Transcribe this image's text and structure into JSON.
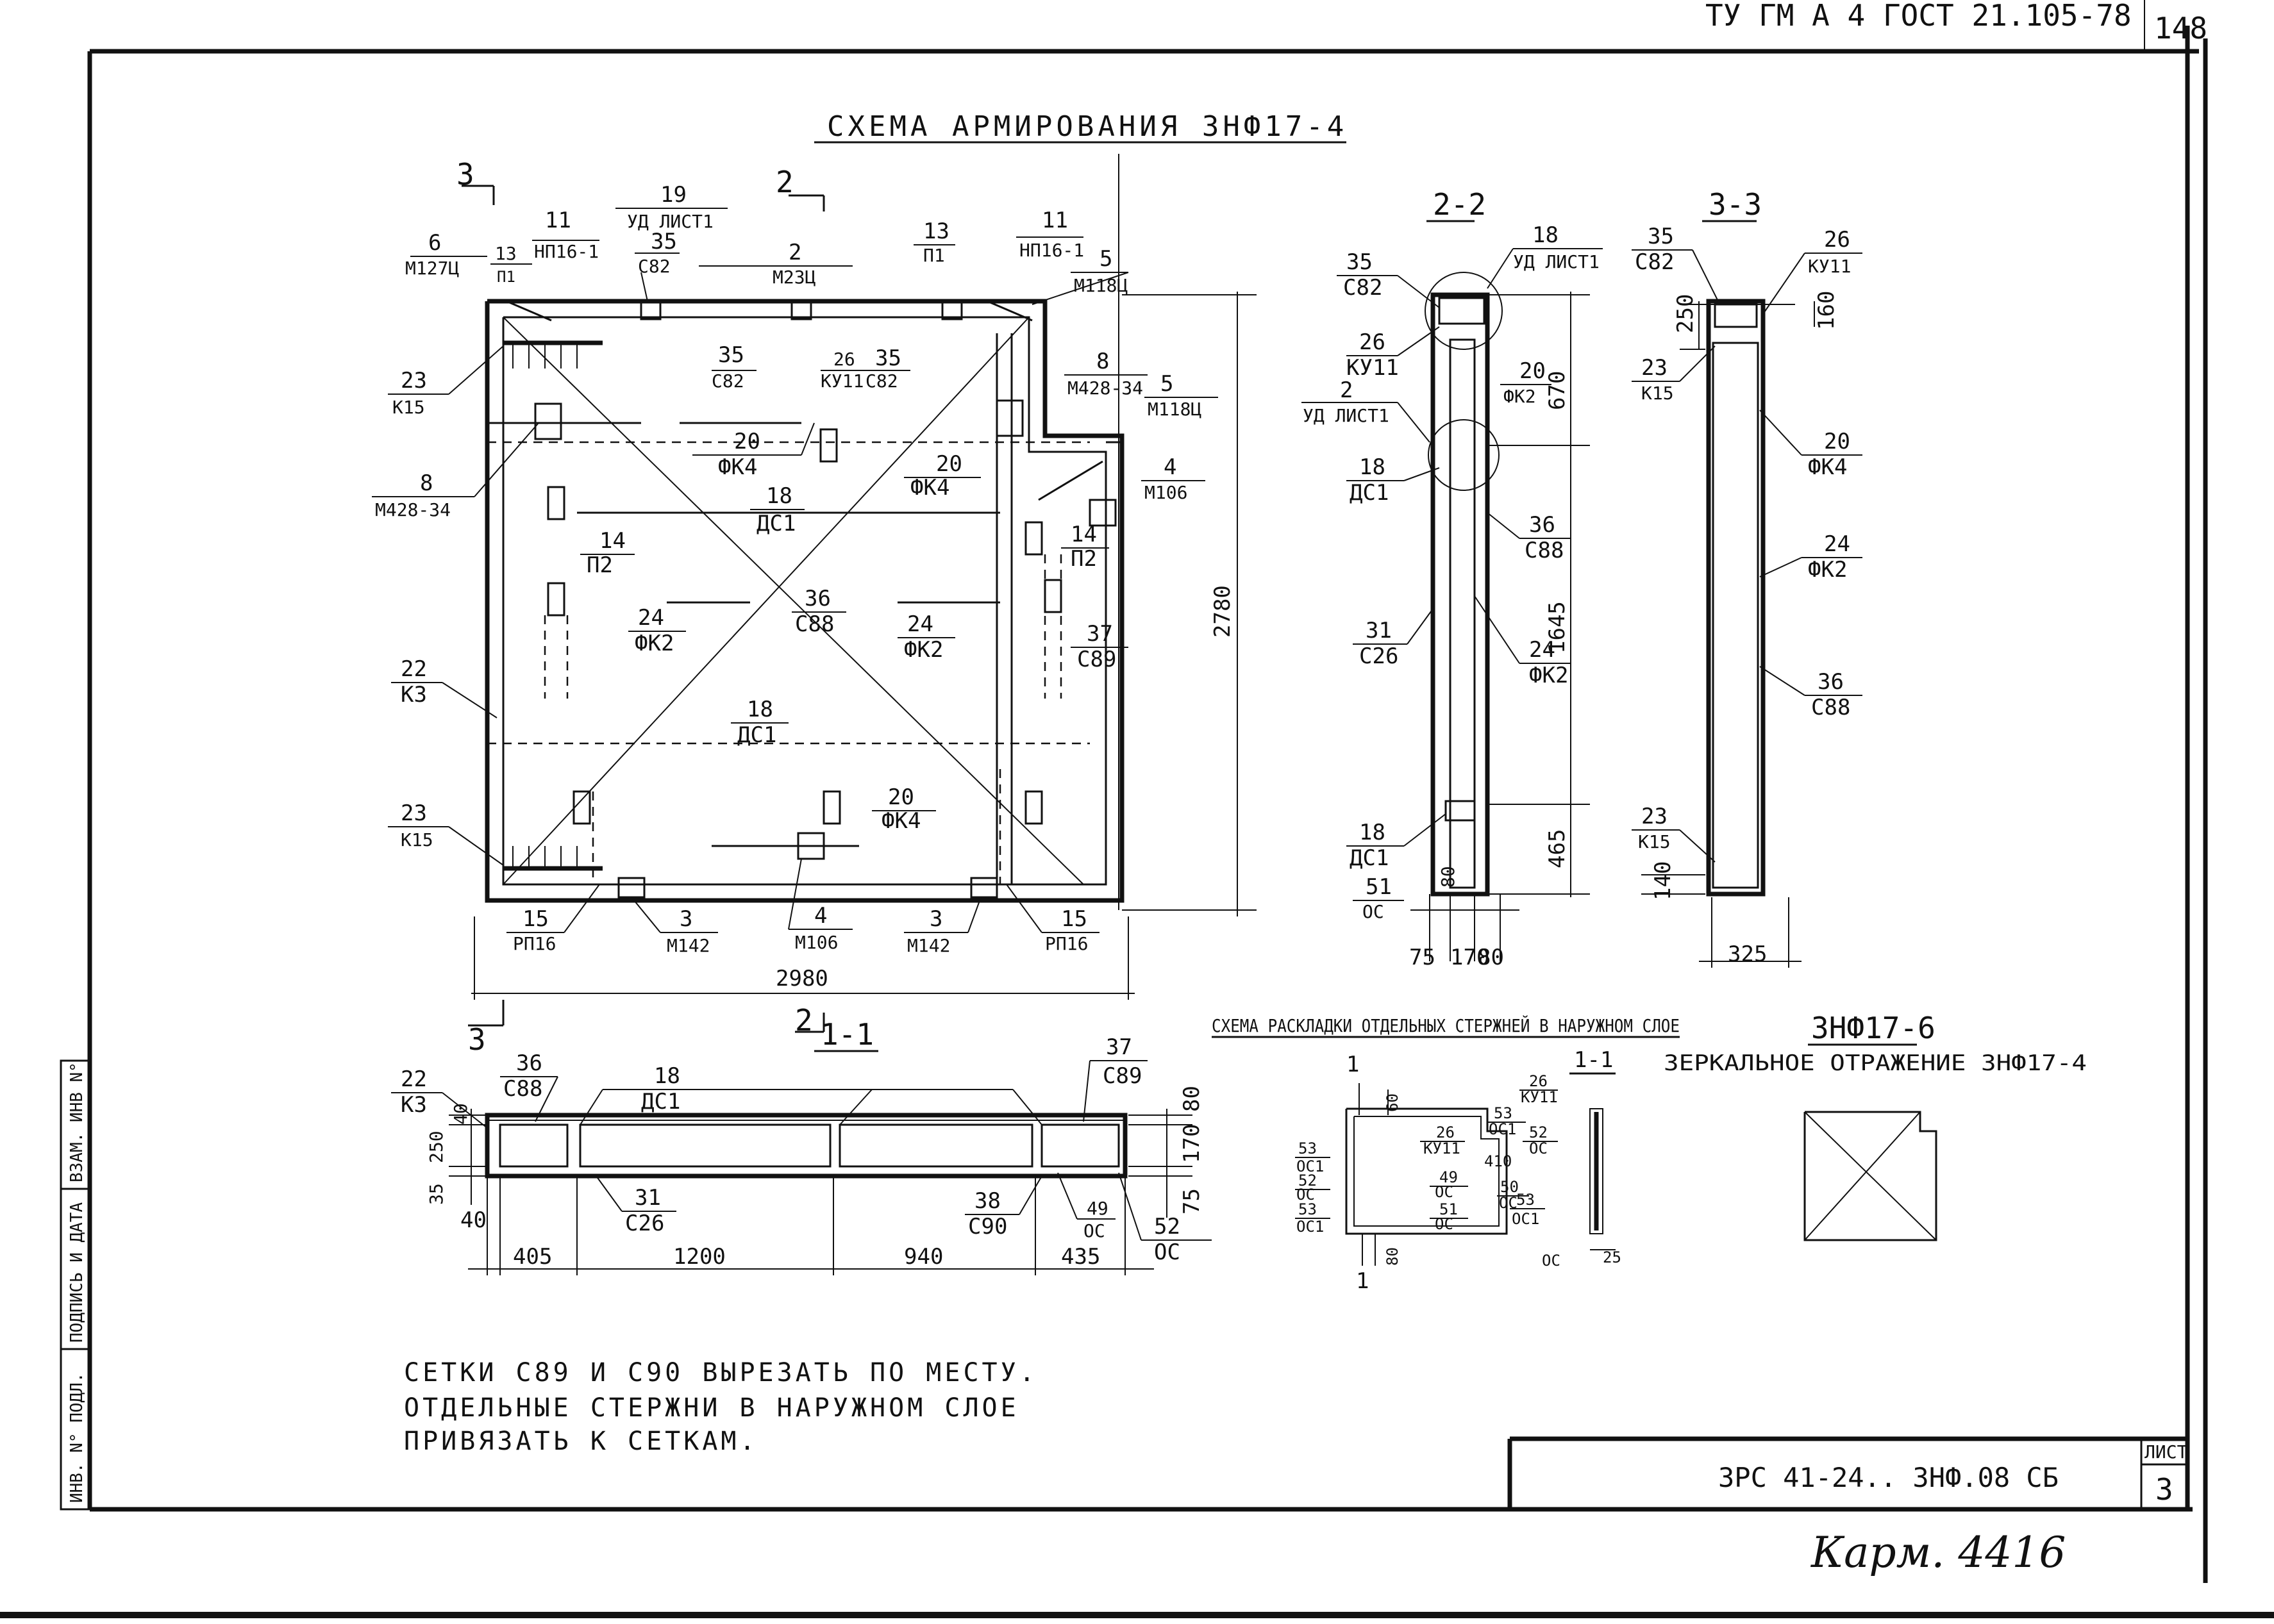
{
  "header": {
    "standard": "ТУ ГМ А 4 ГОСТ 21.105-78",
    "page_number": "148"
  },
  "drawing": {
    "title": "СХЕМА АРМИРОВАНИЯ 3НФ17-4",
    "callouts": [
      {
        "num": "6",
        "code": "М127Ц"
      },
      {
        "num": "13",
        "code": "П1"
      },
      {
        "num": "11",
        "code": "НП16-1"
      },
      {
        "num": "19",
        "code": "УД ЛИСТ1"
      },
      {
        "num": "35",
        "code": "С82"
      },
      {
        "num": "2",
        "code": "М23Ц"
      },
      {
        "num": "13",
        "code": "П1"
      },
      {
        "num": "11",
        "code": "НП16-1"
      },
      {
        "num": "5",
        "code": "М118Ц"
      },
      {
        "num": "23",
        "code": "К15"
      },
      {
        "num": "35",
        "code": "С82"
      },
      {
        "num": "26",
        "code": "КУ11"
      },
      {
        "num": "35",
        "code": "С82"
      },
      {
        "num": "8",
        "code": "М428-34"
      },
      {
        "num": "5",
        "code": "М118Ц"
      },
      {
        "num": "20",
        "code": "ФК4"
      },
      {
        "num": "8",
        "code": "М428-34"
      },
      {
        "num": "20",
        "code": "ФК4"
      },
      {
        "num": "4",
        "code": "М106"
      },
      {
        "num": "18",
        "code": "ДС1"
      },
      {
        "num": "14",
        "code": "П2"
      },
      {
        "num": "14",
        "code": "П2"
      },
      {
        "num": "36",
        "code": "С88"
      },
      {
        "num": "24",
        "code": "ФК2"
      },
      {
        "num": "24",
        "code": "ФК2"
      },
      {
        "num": "37",
        "code": "С89"
      },
      {
        "num": "22",
        "code": "К3"
      },
      {
        "num": "18",
        "code": "ДС1"
      },
      {
        "num": "20",
        "code": "ФК4"
      },
      {
        "num": "23",
        "code": "К15"
      },
      {
        "num": "15",
        "code": "РП16"
      },
      {
        "num": "3",
        "code": "М142"
      },
      {
        "num": "4",
        "code": "М106"
      },
      {
        "num": "3",
        "code": "М142"
      },
      {
        "num": "15",
        "code": "РП16"
      }
    ],
    "section_marks": {
      "s3": "3",
      "s2": "2"
    },
    "dim_height": "2780",
    "dim_width": "2980"
  },
  "section_2_2": {
    "title": "2-2",
    "callouts": [
      {
        "num": "18",
        "code": "УД ЛИСТ1"
      },
      {
        "num": "35",
        "code": "С82"
      },
      {
        "num": "26",
        "code": "КУ11"
      },
      {
        "num": "20",
        "code": "ФК2"
      },
      {
        "num": "2",
        "code": "УД ЛИСТ1"
      },
      {
        "num": "18",
        "code": "ДС1"
      },
      {
        "num": "36",
        "code": "С88"
      },
      {
        "num": "24",
        "code": "ФК2"
      },
      {
        "num": "31",
        "code": "С26"
      },
      {
        "num": "18",
        "code": "ДС1"
      },
      {
        "num": "51",
        "code": "ОС"
      }
    ],
    "dims_vertical": [
      "670",
      "1645",
      "465"
    ],
    "dim_small": "80",
    "dims_bottom": [
      "75",
      "170",
      "80"
    ]
  },
  "section_3_3": {
    "title": "3-3",
    "callouts": [
      {
        "num": "35",
        "code": "С82"
      },
      {
        "num": "26",
        "code": "КУ11"
      },
      {
        "num": "23",
        "code": "К15"
      },
      {
        "num": "20",
        "code": "ФК4"
      },
      {
        "num": "24",
        "code": "ФК2"
      },
      {
        "num": "36",
        "code": "С88"
      },
      {
        "num": "23",
        "code": "К15"
      }
    ],
    "dim_250": "250",
    "dim_160": "160",
    "dim_140": "140",
    "dim_bottom": "325"
  },
  "section_1_1": {
    "title": "1-1",
    "callouts": [
      {
        "num": "36",
        "code": "С88"
      },
      {
        "num": "18",
        "code": "ДС1"
      },
      {
        "num": "37",
        "code": "С89"
      },
      {
        "num": "22",
        "code": "К3"
      },
      {
        "num": "31",
        "code": "С26"
      },
      {
        "num": "38",
        "code": "С90"
      },
      {
        "num": "49",
        "code": "ОС"
      },
      {
        "num": "52",
        "code": "ОС"
      }
    ],
    "dims_left": [
      "40",
      "250",
      "35"
    ],
    "dim_40": "40",
    "dims_right": [
      "80",
      "170",
      "75"
    ],
    "dims_bottom": [
      "405",
      "1200",
      "940",
      "435"
    ]
  },
  "outer_layer": {
    "title": "СХЕМА РАСКЛАДКИ ОТДЕЛЬНЫХ СТЕРЖНЕЙ В НАРУЖНОМ СЛОЕ",
    "mark": "1",
    "section_label": "1-1",
    "labels": [
      {
        "num": "53",
        "code": "ОС1"
      },
      {
        "num": "52",
        "code": "ОС"
      },
      {
        "num": "53",
        "code": "ОС1"
      },
      {
        "num": "26",
        "code": "КУ11"
      },
      {
        "num": "53",
        "code": "ОС1"
      },
      {
        "num": "52",
        "code": "ОС"
      },
      {
        "num": "49",
        "code": "ОС"
      },
      {
        "num": "51",
        "code": "ОС"
      },
      {
        "num": "50",
        "code": "ОС"
      },
      {
        "num": "53",
        "code": "ОС1"
      },
      {
        "num": "26",
        "code": "КУ11"
      }
    ],
    "dim_60": "60",
    "dim_410": "410",
    "dim_80": "80",
    "dim_25": "25",
    "os_label": "ОС"
  },
  "mirror": {
    "code": "3НФ17-6",
    "text": "ЗЕРКАЛЬНОЕ ОТРАЖЕНИЕ 3НФ17-4"
  },
  "notes": [
    "СЕТКИ С89 И С90 ВЫРЕЗАТЬ ПО МЕСТУ.",
    "ОТДЕЛЬНЫЕ СТЕРЖНИ В НАРУЖНОМ СЛОЕ",
    "ПРИВЯЗАТЬ К СЕТКАМ."
  ],
  "stamp": {
    "doc_code": "3РС 41-24.. 3НФ.08 СБ",
    "sheet_label": "ЛИСТ",
    "sheet_num": "3"
  },
  "side_strip": {
    "inv_podl": "ИНВ. N° ПОДЛ.",
    "podpis": "ПОДПИСЬ И ДАТА",
    "vzam": "ВЗАМ. ИНВ N°"
  },
  "signature": "Карм. 4416"
}
